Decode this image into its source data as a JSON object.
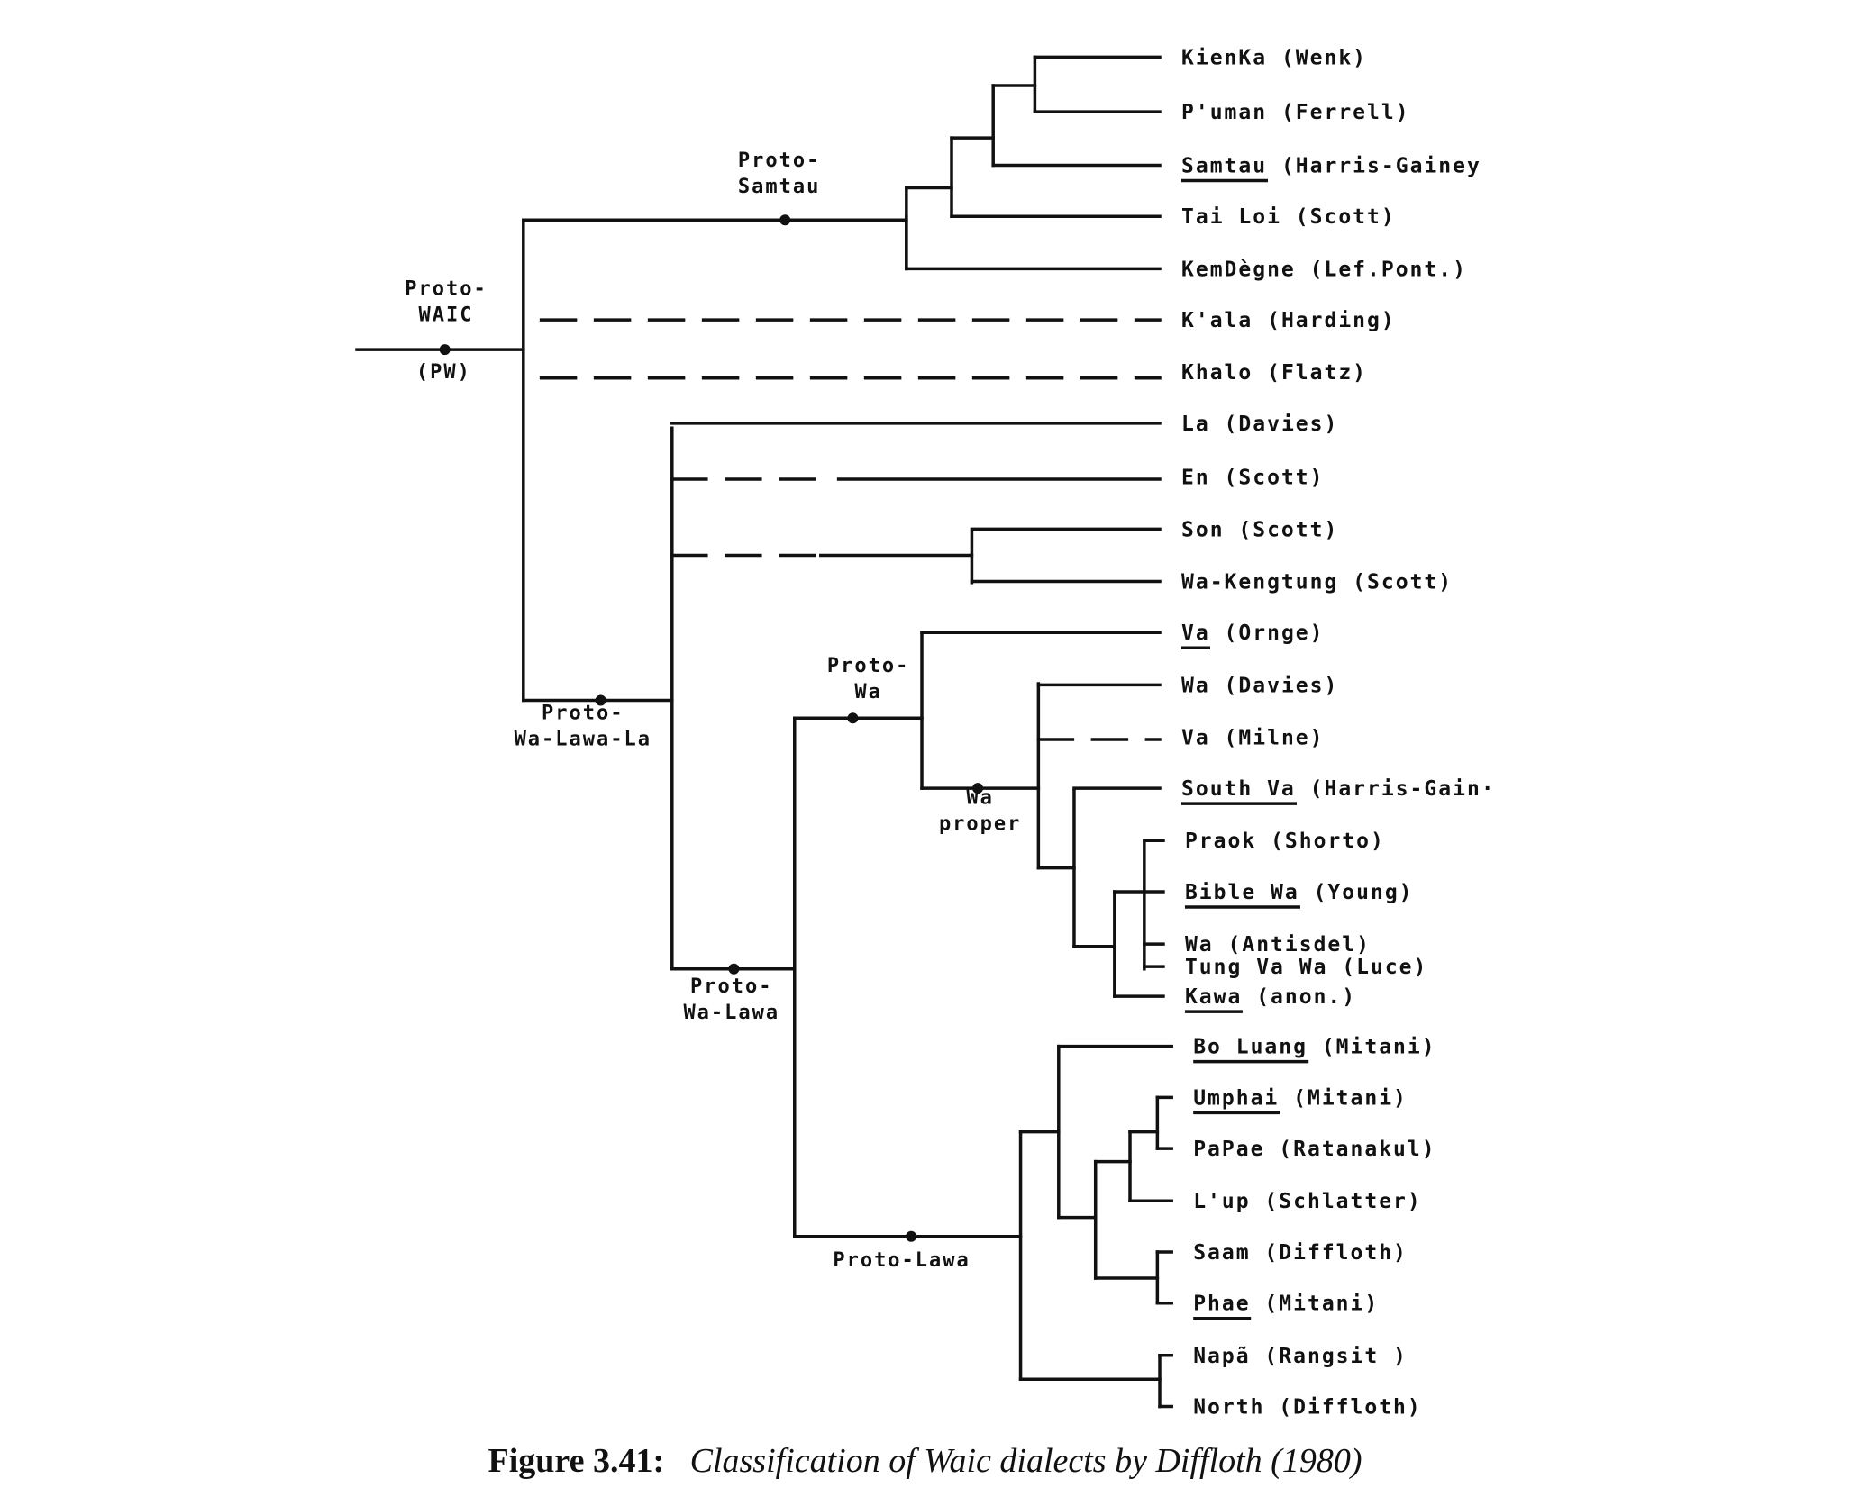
{
  "figure": {
    "number": "Figure 3.41:",
    "title": "Classification of Waic dialects by Diffloth (1980)"
  },
  "nodes": [
    {
      "id": "pw",
      "label": [
        "Proto-",
        "WAIC"
      ],
      "sublabel": "(PW)"
    },
    {
      "id": "psamtau",
      "label": [
        "Proto-",
        "Samtau"
      ]
    },
    {
      "id": "pwll",
      "label": [
        "Proto-",
        "Wa-Lawa-La"
      ]
    },
    {
      "id": "pwl",
      "label": [
        "Proto-",
        "Wa-Lawa"
      ]
    },
    {
      "id": "pwa",
      "label": [
        "Proto-",
        "Wa"
      ]
    },
    {
      "id": "waproper",
      "label": [
        "Wa",
        "proper"
      ]
    },
    {
      "id": "plawa",
      "label": [
        "Proto-Lawa"
      ]
    }
  ],
  "leaves": [
    {
      "name": "KienKa",
      "source": "(Wenk)",
      "underlined": false
    },
    {
      "name": "P'uman",
      "source": "(Ferrell)",
      "underlined": false
    },
    {
      "name": "Samtau",
      "source": "(Harris-Gainey",
      "underlined": true
    },
    {
      "name": "Tai Loi",
      "source": "(Scott)",
      "underlined": false
    },
    {
      "name": "KemDègne",
      "source": "(Lef.Pont.)",
      "underlined": false
    },
    {
      "name": "K'ala",
      "source": "(Harding)",
      "underlined": false
    },
    {
      "name": "Khalo",
      "source": "(Flatz)",
      "underlined": false
    },
    {
      "name": "La",
      "source": "(Davies)",
      "underlined": false
    },
    {
      "name": "En",
      "source": "(Scott)",
      "underlined": false
    },
    {
      "name": "Son",
      "source": "(Scott)",
      "underlined": false
    },
    {
      "name": "Wa-Kengtung",
      "source": "(Scott)",
      "underlined": false
    },
    {
      "name": "Va",
      "source": "(Ornge)",
      "underlined": true
    },
    {
      "name": "Wa",
      "source": "(Davies)",
      "underlined": false
    },
    {
      "name": "Va",
      "source": "(Milne)",
      "underlined": false
    },
    {
      "name": "South Va",
      "source": "(Harris-Gain·",
      "underlined": true
    },
    {
      "name": "Praok",
      "source": "(Shorto)",
      "underlined": false
    },
    {
      "name": "Bible Wa",
      "source": "(Young)",
      "underlined": true
    },
    {
      "name": "Wa",
      "source": "(Antisdel)",
      "underlined": false
    },
    {
      "name": "Tung Va Wa",
      "source": "(Luce)",
      "underlined": false
    },
    {
      "name": "Kawa",
      "source": "(anon.)",
      "underlined": true
    },
    {
      "name": "Bo Luang",
      "source": "(Mitani)",
      "underlined": true
    },
    {
      "name": "Umphai",
      "source": "(Mitani)",
      "underlined": true
    },
    {
      "name": "PaPae",
      "source": "(Ratanakul)",
      "underlined": false
    },
    {
      "name": "L'up",
      "source": "(Schlatter)",
      "underlined": false
    },
    {
      "name": "Saam",
      "source": "(Diffloth)",
      "underlined": false
    },
    {
      "name": "Phae",
      "source": "(Mitani)",
      "underlined": true
    },
    {
      "name": "Napã",
      "source": "(Rangsit )",
      "underlined": false
    },
    {
      "name": "North",
      "source": "(Diffloth)",
      "underlined": false
    }
  ]
}
